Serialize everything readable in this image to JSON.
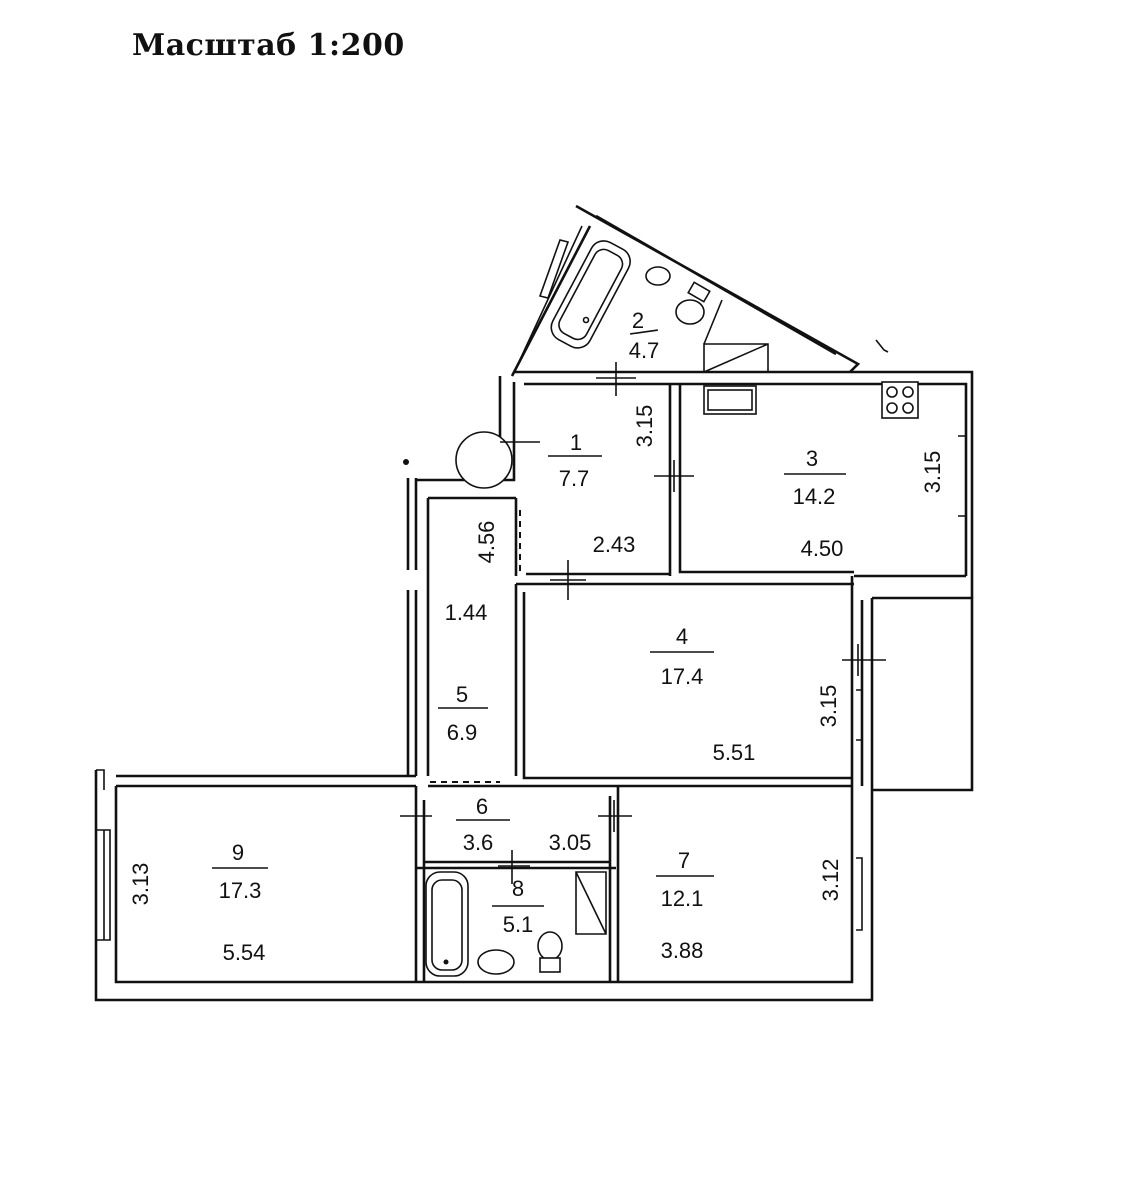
{
  "title": "Масштаб 1:200",
  "rooms": [
    {
      "number": "1",
      "area": "7.7"
    },
    {
      "number": "2",
      "area": "4.7"
    },
    {
      "number": "3",
      "area": "14.2"
    },
    {
      "number": "4",
      "area": "17.4"
    },
    {
      "number": "5",
      "area": "6.9"
    },
    {
      "number": "6",
      "area": "3.6"
    },
    {
      "number": "7",
      "area": "12.1"
    },
    {
      "number": "8",
      "area": "5.1"
    },
    {
      "number": "9",
      "area": "17.3"
    }
  ],
  "dimensions": {
    "r1_height": "3.15",
    "r1_width": "2.43",
    "r3_height": "3.15",
    "r3_width": "4.50",
    "r5_height": "4.56",
    "r5_width": "1.44",
    "r4_height": "3.15",
    "r4_width": "5.51",
    "r6_width": "3.05",
    "r7_height": "3.12",
    "r7_width": "3.88",
    "r9_height": "3.13",
    "r9_width": "5.54"
  }
}
